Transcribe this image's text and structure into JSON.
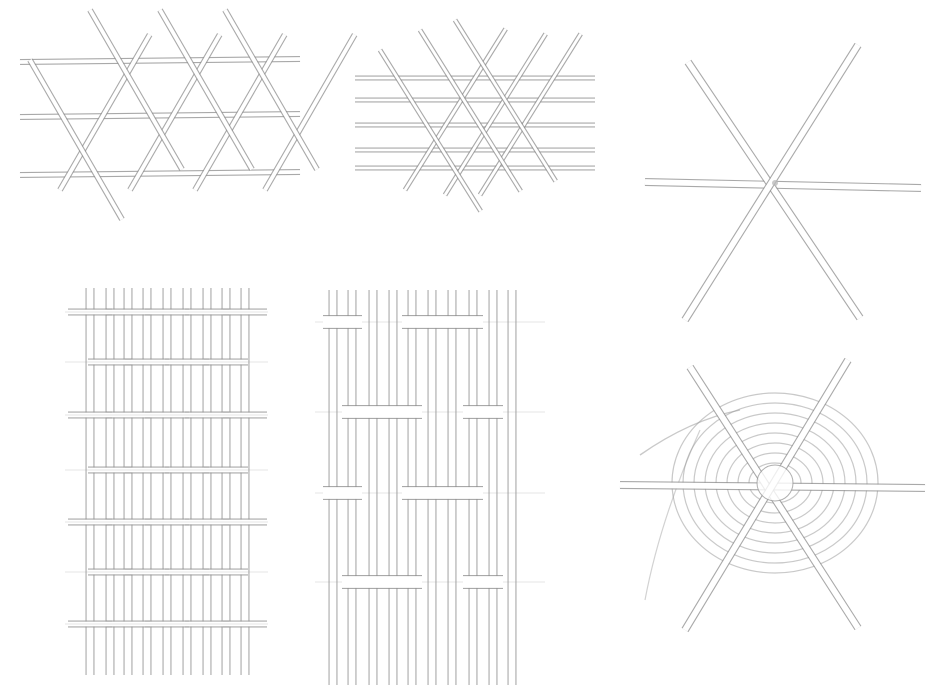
{
  "figure": {
    "panels": [
      {
        "id": "triaxial-open-weave",
        "strip_directions": 3
      },
      {
        "id": "triaxial-tight-weave",
        "strip_directions": 3
      },
      {
        "id": "six-spoke-star",
        "spokes": 6
      },
      {
        "id": "plain-weave-vertical",
        "strip_directions": 2
      },
      {
        "id": "twill-weave-vertical",
        "strip_directions": 2
      },
      {
        "id": "coiled-spokes-base",
        "spokes": 6
      }
    ],
    "colors": {
      "strip_edge": "#8d8d8d",
      "strip_fill": "#ffffff",
      "shade": "#9c9c9c",
      "background": "#ffffff"
    }
  }
}
